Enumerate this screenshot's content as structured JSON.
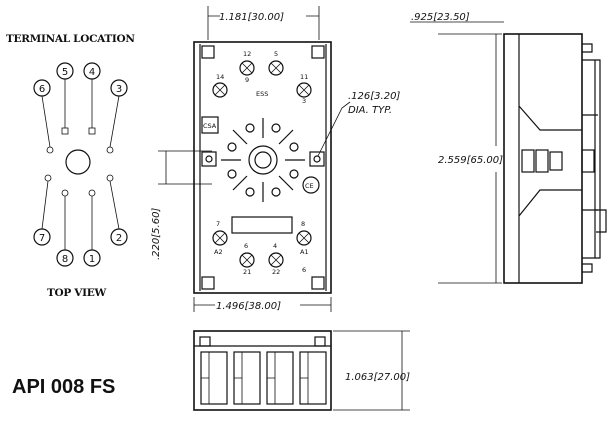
{
  "headings": {
    "terminal_location": "TERMINAL LOCATION",
    "top_view": "TOP VIEW"
  },
  "model": "API 008 FS",
  "pin_numbers": [
    "1",
    "2",
    "3",
    "4",
    "5",
    "6",
    "7",
    "8"
  ],
  "dimensions": {
    "top_width": "1.181[30.00]",
    "side_depth": ".925[23.50]",
    "hole_dia": ".126[3.20]",
    "hole_dia_note": "DIA. TYP.",
    "height": "2.559[65.00]",
    "pin_spacing": ".220[5.60]",
    "base_width": "1.496[38.00]",
    "bottom_height": "1.063[27.00]"
  },
  "terminal_labels": {
    "tl": "14",
    "tc": "12",
    "tc_sub": "9",
    "tr_top": "5",
    "tr": "11",
    "tr_sub": "3",
    "bl_top": "7",
    "bl": "A2",
    "bc_top": "6",
    "bc": "21",
    "bcr_top": "4",
    "bcr": "22",
    "br_top": "8",
    "br": "A1",
    "br_sub": "6"
  },
  "body_marks": {
    "ess": "ESS",
    "ce": "CE",
    "cert": "CSA"
  }
}
